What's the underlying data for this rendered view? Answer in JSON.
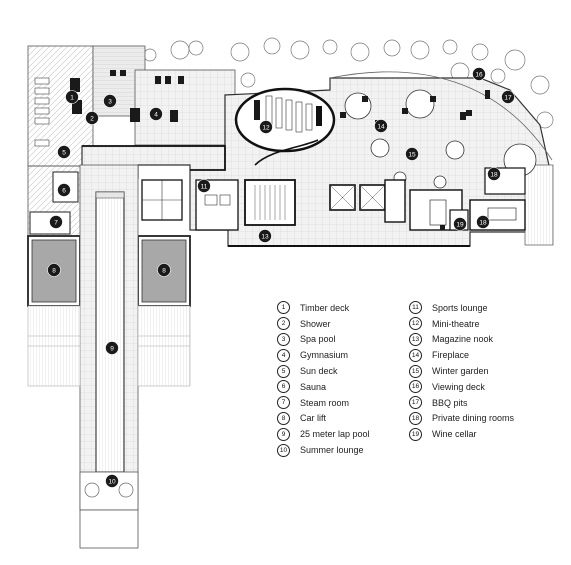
{
  "legend": [
    {
      "number": "1",
      "label": "Timber deck"
    },
    {
      "number": "2",
      "label": "Shower"
    },
    {
      "number": "3",
      "label": "Spa pool"
    },
    {
      "number": "4",
      "label": "Gymnasium"
    },
    {
      "number": "5",
      "label": "Sun deck"
    },
    {
      "number": "6",
      "label": "Sauna"
    },
    {
      "number": "7",
      "label": "Steam room"
    },
    {
      "number": "8",
      "label": "Car lift"
    },
    {
      "number": "9",
      "label": "25 meter lap pool"
    },
    {
      "number": "10",
      "label": "Summer lounge"
    },
    {
      "number": "11",
      "label": "Sports lounge"
    },
    {
      "number": "12",
      "label": "Mini-theatre"
    },
    {
      "number": "13",
      "label": "Magazine nook"
    },
    {
      "number": "14",
      "label": "Fireplace"
    },
    {
      "number": "15",
      "label": "Winter garden"
    },
    {
      "number": "16",
      "label": "Viewing deck"
    },
    {
      "number": "17",
      "label": "BBQ pits"
    },
    {
      "number": "18",
      "label": "Private dining rooms"
    },
    {
      "number": "19",
      "label": "Wine cellar"
    }
  ],
  "plan_markers": {
    "m1": "1",
    "m2": "2",
    "m3": "3",
    "m4": "4",
    "m5": "5",
    "m6": "6",
    "m7": "7",
    "m8a": "8",
    "m8b": "8",
    "m9": "9",
    "m10": "10",
    "m11": "11",
    "m12": "12",
    "m13": "13",
    "m14": "14",
    "m15": "15",
    "m16": "16",
    "m17": "17",
    "m18a": "18",
    "m18b": "18",
    "m19": "19"
  },
  "colors": {
    "line": "#333333",
    "hatch": "#bdbdbd",
    "car_lift": "#a8a8a8",
    "furniture": "#1a1a1a",
    "marker_fill": "#1a1a1a",
    "marker_text": "#ffffff"
  }
}
